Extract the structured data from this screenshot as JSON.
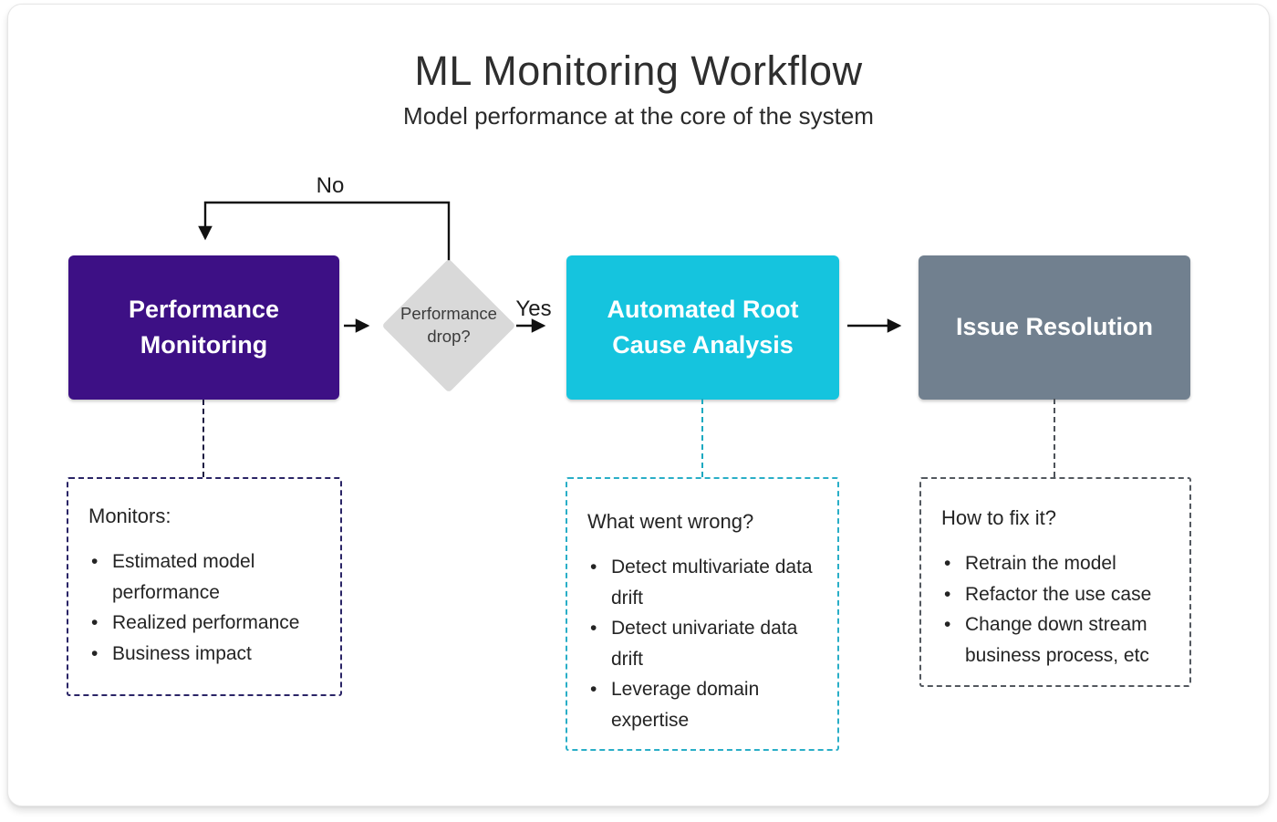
{
  "header": {
    "title": "ML Monitoring Workflow",
    "subtitle": "Model performance at the core of the system"
  },
  "flow": {
    "nodes": [
      {
        "id": "performance-monitoring",
        "label": "Performance Monitoring",
        "color": "#3d1085"
      },
      {
        "id": "automated-root-cause-analysis",
        "label": "Automated Root Cause Analysis",
        "color": "#15c4de"
      },
      {
        "id": "issue-resolution",
        "label": "Issue Resolution",
        "color": "#71808f"
      }
    ],
    "decision": {
      "label": "Performance drop?",
      "fill": "#d9d9d9"
    },
    "edge_labels": {
      "no": "No",
      "yes": "Yes"
    }
  },
  "details": [
    {
      "heading": "Monitors:",
      "accent": "#2a2466",
      "items": [
        "Estimated model performance",
        "Realized performance",
        "Business impact"
      ]
    },
    {
      "heading": "What went wrong?",
      "accent": "#29aec7",
      "items": [
        "Detect multivariate data drift",
        "Detect univariate data drift",
        "Leverage domain expertise"
      ]
    },
    {
      "heading": "How to fix it?",
      "accent": "#53585f",
      "items": [
        "Retrain the model",
        "Refactor the use case",
        "Change down stream business process, etc"
      ]
    }
  ]
}
